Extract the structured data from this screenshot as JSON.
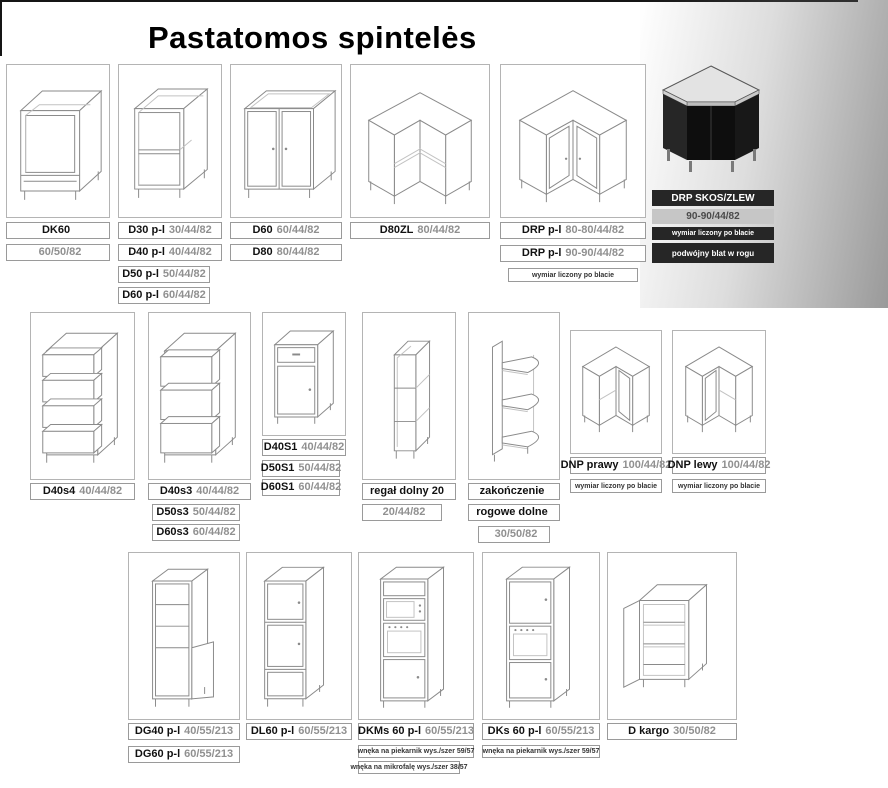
{
  "title": "Pastatomos spintelės",
  "colors": {
    "line": "#8a8a8a",
    "label_dim": "#909090",
    "dark_bar": "#262626",
    "light_bar": "#c6c6c6"
  },
  "cabinets": {
    "dk60": {
      "labels": [
        {
          "name": "DK60",
          "dim": ""
        },
        {
          "name": "",
          "dim": "60/50/82"
        }
      ]
    },
    "d30": {
      "labels": [
        {
          "name": "D30 p-l",
          "dim": "30/44/82"
        },
        {
          "name": "D40 p-l",
          "dim": "40/44/82"
        },
        {
          "name": "D50 p-l",
          "dim": "50/44/82"
        },
        {
          "name": "D60 p-l",
          "dim": "60/44/82"
        }
      ]
    },
    "d60": {
      "labels": [
        {
          "name": "D60",
          "dim": "60/44/82"
        },
        {
          "name": "D80",
          "dim": "80/44/82"
        }
      ]
    },
    "d80zl": {
      "labels": [
        {
          "name": "D80ZL",
          "dim": "80/44/82"
        }
      ]
    },
    "drp": {
      "labels": [
        {
          "name": "DRP p-l",
          "dim": "80-80/44/82"
        },
        {
          "name": "DRP p-l",
          "dim": "90-90/44/82"
        }
      ],
      "note": "wymiar liczony po blacie"
    },
    "drpskos": {
      "title": "DRP SKOS/ZLEW",
      "dim": "90-90/44/82",
      "note1": "wymiar liczony po blacie",
      "note2": "podwójny blat w rogu"
    },
    "d40s4": {
      "labels": [
        {
          "name": "D40s4",
          "dim": "40/44/82"
        }
      ]
    },
    "d40s3": {
      "labels": [
        {
          "name": "D40s3",
          "dim": "40/44/82"
        },
        {
          "name": "D50s3",
          "dim": "50/44/82"
        },
        {
          "name": "D60s3",
          "dim": "60/44/82"
        }
      ]
    },
    "d40s1": {
      "labels": [
        {
          "name": "D40S1",
          "dim": "40/44/82"
        },
        {
          "name": "D50S1",
          "dim": "50/44/82"
        },
        {
          "name": "D60S1",
          "dim": "60/44/82"
        }
      ]
    },
    "regal": {
      "labels": [
        {
          "name": "regał dolny 20",
          "dim": ""
        },
        {
          "name": "",
          "dim": "20/44/82"
        }
      ]
    },
    "zak": {
      "labels": [
        {
          "name": "zakończenie",
          "dim": ""
        },
        {
          "name": "rogowe dolne",
          "dim": ""
        },
        {
          "name": "",
          "dim": "30/50/82"
        }
      ]
    },
    "dnpprawy": {
      "labels": [
        {
          "name": "DNP prawy",
          "dim": "100/44/82"
        }
      ],
      "note": "wymiar liczony po blacie"
    },
    "dnplewy": {
      "labels": [
        {
          "name": "DNP lewy",
          "dim": "100/44/82"
        }
      ],
      "note": "wymiar liczony po blacie"
    },
    "dg40": {
      "labels": [
        {
          "name": "DG40 p-l",
          "dim": "40/55/213"
        },
        {
          "name": "DG60 p-l",
          "dim": "60/55/213"
        }
      ]
    },
    "dl60": {
      "labels": [
        {
          "name": "DL60 p-l",
          "dim": "60/55/213"
        }
      ]
    },
    "dkms": {
      "labels": [
        {
          "name": "DKMs 60 p-l",
          "dim": "60/55/213"
        }
      ],
      "note1": "wnęka na piekarnik wys./szer 59/57",
      "note2": "wnęka na mikrofalę wys./szer 38/57"
    },
    "dks": {
      "labels": [
        {
          "name": "DKs 60 p-l",
          "dim": "60/55/213"
        }
      ],
      "note1": "wnęka na piekarnik wys./szer 59/57"
    },
    "dkargo": {
      "labels": [
        {
          "name": "D kargo",
          "dim": "30/50/82"
        }
      ]
    }
  }
}
